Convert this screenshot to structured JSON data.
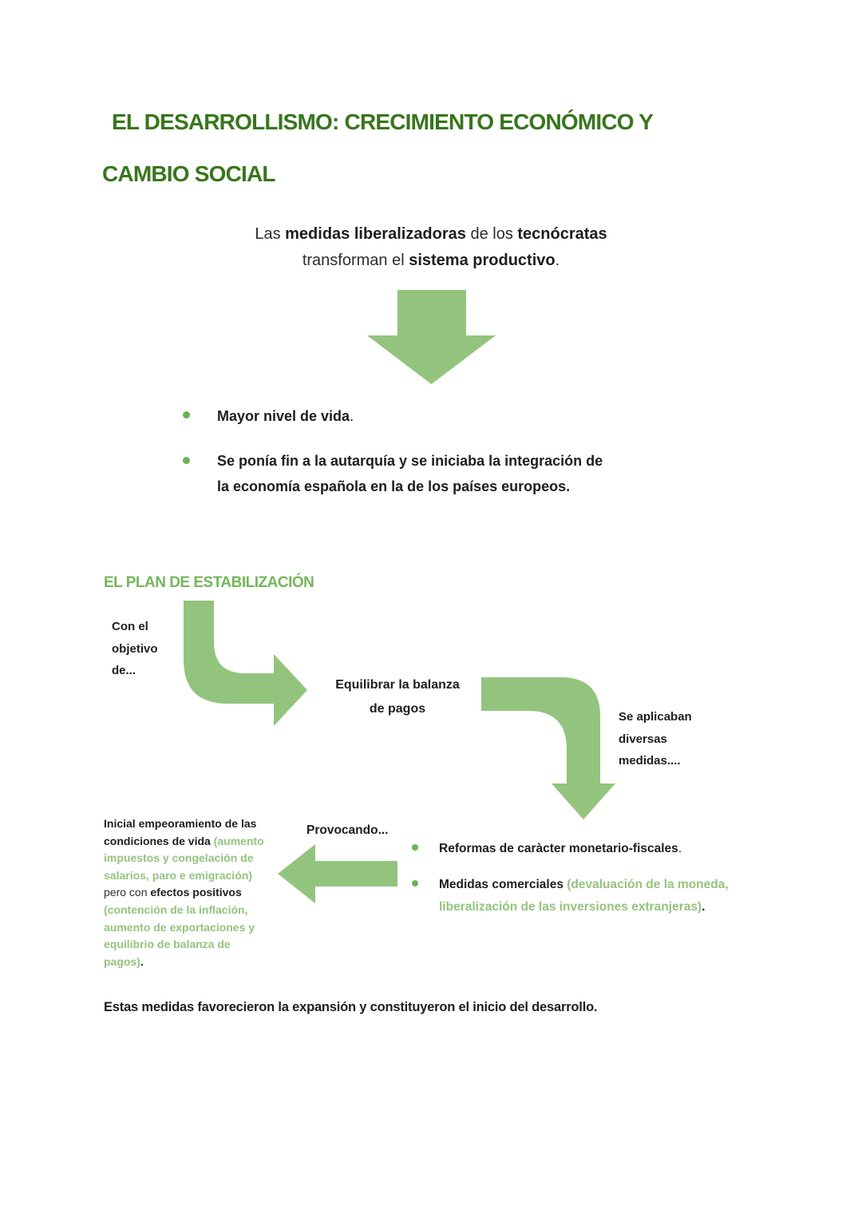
{
  "colors": {
    "title_green": "#38761d",
    "section_green": "#74b65a",
    "light_green": "#93c47d",
    "arrow_green": "#93c47d",
    "bullet_green": "#6cb157",
    "text_black": "#1e1e1e"
  },
  "icons": {
    "flow_down": "down-arrow",
    "flow_elbow_down_right": "elbow-arrow-down-right",
    "flow_elbow_right_down": "elbow-arrow-right-down",
    "flow_left": "left-arrow"
  },
  "title": {
    "line1": "EL DESARROLLISMO: CRECIMIENTO ECONÓMICO Y",
    "line2": "CAMBIO SOCIAL"
  },
  "intro": {
    "l1": {
      "s1": "Las ",
      "s2": "medidas liberalizadoras",
      "s3": " de los ",
      "s4": "tecnócratas"
    },
    "l2": {
      "s1": "transforman el ",
      "s2": "sistema productivo",
      "s3": "."
    }
  },
  "benefits": {
    "i1": {
      "b": "Mayor nivel de vida",
      "p": "."
    },
    "i2": {
      "l1": "Se ponía fin a la autarquía y se iniciaba la integración de",
      "l2": "la economía española en la de los países europeos."
    }
  },
  "plan": {
    "heading": "EL PLAN DE ESTABILIZACIÓN",
    "objective": {
      "l1": "Con el",
      "l2": "objetivo",
      "l3": "de..."
    },
    "goal": {
      "l1": "Equilibrar la balanza",
      "l2": "de pagos"
    },
    "applied": {
      "l1": "Se aplicaban",
      "l2": "diversas",
      "l3": "medidas...."
    },
    "provoking": "Provocando...",
    "measures": {
      "i1": {
        "b": "Reformas de caràcter monetario-fiscales",
        "p": "."
      },
      "i2": {
        "b": "Medidas comerciales ",
        "g1": "(devaluación de la moneda,",
        "g2": "liberalización de las inversiones extranjeras)",
        "p": "."
      }
    },
    "consequences": {
      "l1b": "Inicial empeoramiento de las",
      "l2b": "condiciones de vida ",
      "l2g": "(aumento",
      "l3g": "impuestos y congelación de",
      "l4g": "salarios, paro e emigración)",
      "l5r": "pero con ",
      "l5b": "efectos positivos",
      "l6g": "(contención de la inflación,",
      "l7g": "aumento de exportaciones y",
      "l8g": "equilibrio de balanza de",
      "l9g": "pagos)",
      "l9p": "."
    }
  },
  "conclusion": {
    "b": "Estas medidas favorecieron la expansión y constituyeron el inicio del desarrollo",
    "p": "."
  }
}
